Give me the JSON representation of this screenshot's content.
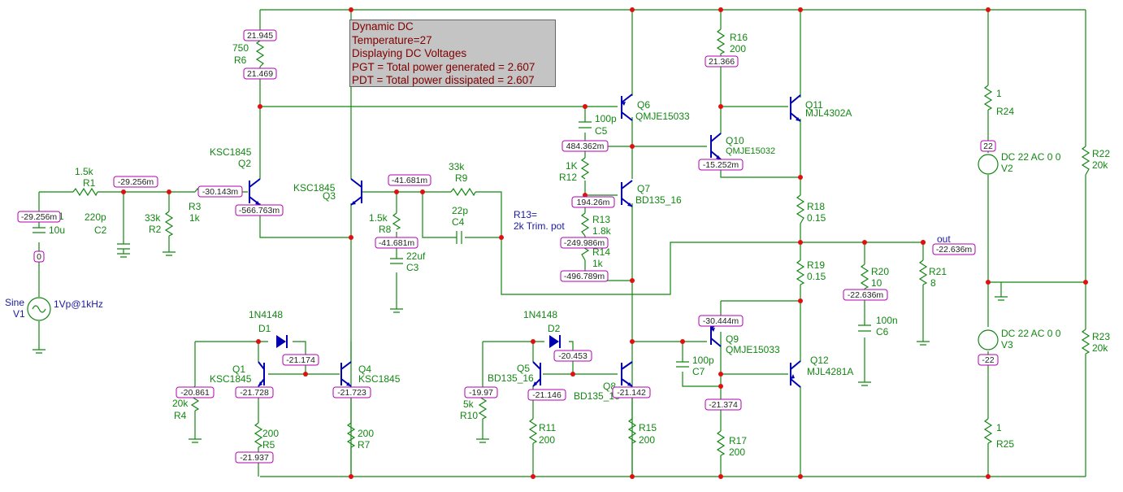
{
  "info_box": {
    "title": "Dynamic DC",
    "temperature": "Temperature=27",
    "mode": "Displaying DC Voltages",
    "pgt": "PGT = Total power generated = 2.607",
    "pdt": "PDT = Total power dissipated = 2.607"
  },
  "labels": {
    "r6_val": "750",
    "r6": "R6",
    "q2_model": "KSC1845",
    "q2": "Q2",
    "r1_val": "1.5k",
    "r1": "R1",
    "r3": "R3",
    "r3_val": "1k",
    "c1_val": "10u",
    "c1_frag": "1",
    "c2_val": "220p",
    "c2": "C2",
    "r2_val": "33k",
    "r2": "R2",
    "v1": "V1",
    "v1_name": "Sine",
    "v1_val": "1Vp@1kHz",
    "q3_model": "KSC1845",
    "q3": "Q3",
    "r9_val": "33k",
    "r9": "R9",
    "r8_val": "1.5k",
    "r8": "R8",
    "c4_val": "22p",
    "c4": "C4",
    "c3_val": "22uf",
    "c3": "C3",
    "r13_note1": "R13=",
    "r13_note2": "2k Trim. pot",
    "q6": "Q6",
    "q6_model": "QMJE15033",
    "c5_val": "100p",
    "c5": "C5",
    "r12_val": "1K",
    "r12": "R12",
    "q7": "Q7",
    "q7_model": "BD135_16",
    "r13": "R13",
    "r13_val": "1.8k",
    "r14": "R14",
    "r14_val": "1k",
    "r16": "R16",
    "r16_val": "200",
    "q11": "Q11",
    "q11_model": "MJL4302A",
    "q10": "Q10",
    "q10_model": "QMJE15032",
    "r18": "R18",
    "r18_val": "0.15",
    "r19": "R19",
    "r19_val": "0.15",
    "r20": "R20",
    "r20_val": "10",
    "c6_val": "100n",
    "c6": "C6",
    "r21": "R21",
    "r21_val": "8",
    "out": "out",
    "r24_val": "1",
    "r24": "R24",
    "v2_val": "DC 22 AC 0 0",
    "v2": "V2",
    "v3_val": "DC 22 AC 0 0",
    "v3": "V3",
    "r22": "R22",
    "r22_val": "20k",
    "r23": "R23",
    "r23_val": "20k",
    "r25_val": "1",
    "r25": "R25",
    "d1_model": "1N4148",
    "d1": "D1",
    "q1": "Q1",
    "q1_model": "KSC1845",
    "q4": "Q4",
    "q4_model": "KSC1845",
    "r4_val": "20k",
    "r4": "R4",
    "r5_val": "200",
    "r5": "R5",
    "r7_val": "200",
    "r7": "R7",
    "d2_model": "1N4148",
    "d2": "D2",
    "q5": "Q5",
    "q5_model": "BD135_16",
    "q8": "Q8",
    "q8_model": "BD135_16",
    "r10_val": "5k",
    "r10": "R10",
    "r11": "R11",
    "r11_val": "200",
    "r15": "R15",
    "r15_val": "200",
    "q9": "Q9",
    "q9_model": "QMJE15033",
    "c7_val": "100p",
    "c7": "C7",
    "q12": "Q12",
    "q12_model": "MJL4281A",
    "r17": "R17",
    "r17_val": "200"
  },
  "voltages": {
    "n1": "21.945",
    "n2": "21.469",
    "n3": "-29.256m",
    "n4": "-30.143m",
    "n5": "-566.763m",
    "n6": "-29.256m",
    "n7": "0",
    "n8": "-41.681m",
    "n9": "-41.681m",
    "n10": "484.362m",
    "n11": "194.26m",
    "n12": "-249.986m",
    "n13": "-496.789m",
    "n14": "21.366",
    "n15": "-15.252m",
    "n16": "-22.636m",
    "n17": "-22.636m",
    "n18": "22",
    "n19": "-22",
    "n20": "-30.444m",
    "n21": "-21.374",
    "n22": "-21.174",
    "n23": "-20.861",
    "n24": "-21.728",
    "n25": "-21.723",
    "n26": "-21.937",
    "n27": "-20.453",
    "n28": "-19.97",
    "n29": "-21.146",
    "n30": "-21.142"
  },
  "colors": {
    "wire": "#128712",
    "transistor": "#0000b0",
    "node": "#e01010",
    "probe_border": "#b000b0",
    "info_bg": "#c4c4c4",
    "info_text": "#800000"
  }
}
